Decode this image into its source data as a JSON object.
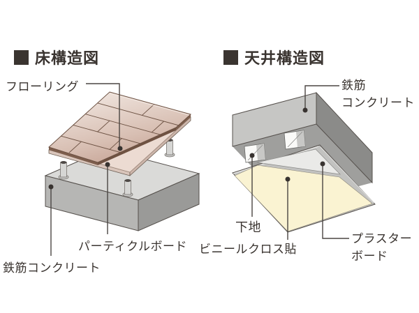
{
  "floor_diagram": {
    "title": "床構造図",
    "labels": {
      "flooring": "フローリング",
      "particle_board": "パーティクルボード",
      "reinforced_concrete": "鉄筋コンクリート"
    }
  },
  "ceiling_diagram": {
    "title": "天井構造図",
    "labels": {
      "reinforced_concrete_line1": "鉄筋",
      "reinforced_concrete_line2": "コンクリート",
      "base_frame": "下地",
      "vinyl_cloth": "ビニールクロス貼",
      "plaster_board_line1": "プラスター",
      "plaster_board_line2": "ボード"
    }
  },
  "colors": {
    "title_text": "#3a3430",
    "leader_line": "#4a4542",
    "marker_dot": "#383330",
    "flooring_edge": "#7d5e4d",
    "flooring_cut_edge": "#6f5242",
    "particle_board": "#ecdbd2",
    "particle_board_edge_left": "#d9c5bb",
    "particle_board_edge_right": "#cdb6ab",
    "concrete_top": "#dadad8",
    "concrete_front": "#b6b6b4",
    "concrete_side": "#9a9a98",
    "post_shaft": "#d6d6d4",
    "post_cap": "#4e4946",
    "ceiling_concrete_front": "#c6c6c4",
    "ceiling_concrete_side": "#8b8b89",
    "ceiling_concrete_bottom": "#9f9f9d",
    "hanger_white": "#fafaf8",
    "hanger_shade": "#c8c8c6",
    "panel_edge": "#c2c2c0",
    "plaster_board": "#eaeae8",
    "vinyl_cream": "#faf3d2"
  }
}
